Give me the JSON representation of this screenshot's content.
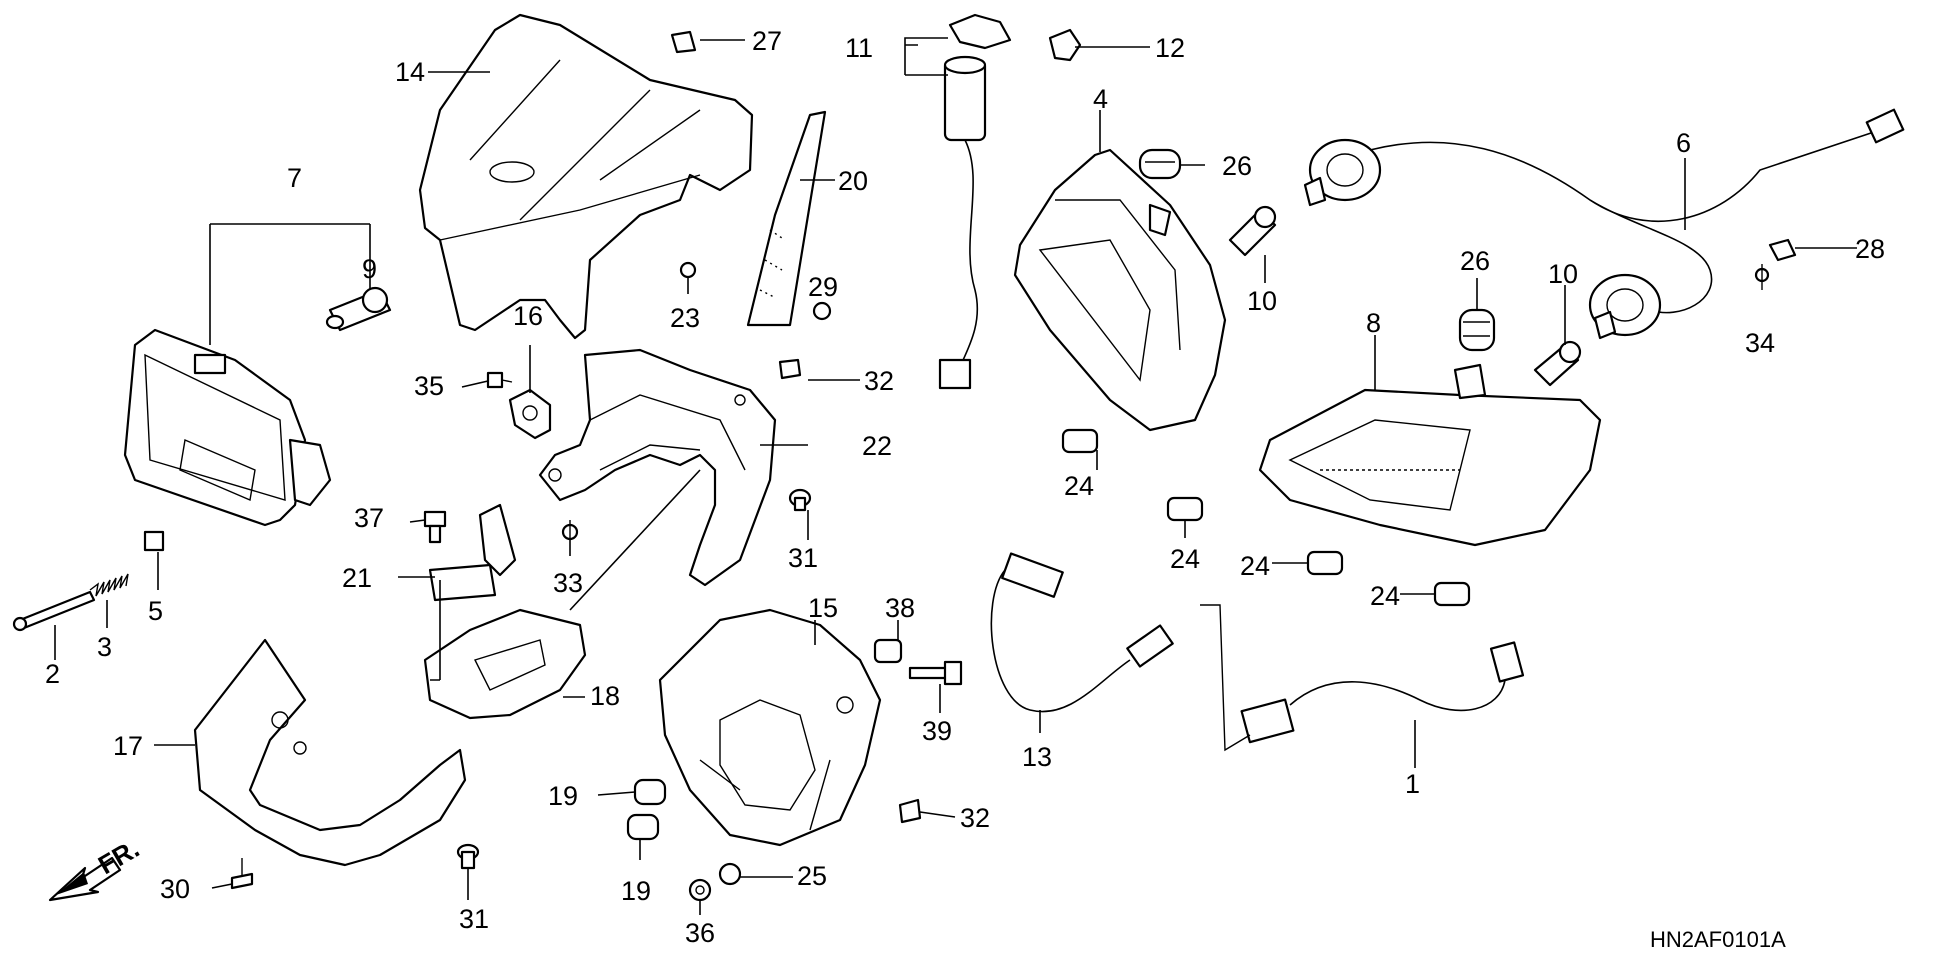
{
  "diagram_code": "HN2AF0101A",
  "direction_label": "FR.",
  "callouts": {
    "c1": "1",
    "c2": "2",
    "c3": "3",
    "c4": "4",
    "c5": "5",
    "c6": "6",
    "c7": "7",
    "c8": "8",
    "c9": "9",
    "c10a": "10",
    "c10b": "10",
    "c11": "11",
    "c12": "12",
    "c13": "13",
    "c14": "14",
    "c15": "15",
    "c16": "16",
    "c17": "17",
    "c18": "18",
    "c19a": "19",
    "c19b": "19",
    "c20": "20",
    "c21": "21",
    "c22": "22",
    "c23": "23",
    "c24a": "24",
    "c24b": "24",
    "c24c": "24",
    "c24d": "24",
    "c25": "25",
    "c26a": "26",
    "c26b": "26",
    "c27": "27",
    "c28": "28",
    "c29": "29",
    "c30": "30",
    "c31a": "31",
    "c31b": "31",
    "c32a": "32",
    "c32b": "32",
    "c33": "33",
    "c34": "34",
    "c35": "35",
    "c36": "36",
    "c37": "37",
    "c38": "38",
    "c39": "39"
  }
}
